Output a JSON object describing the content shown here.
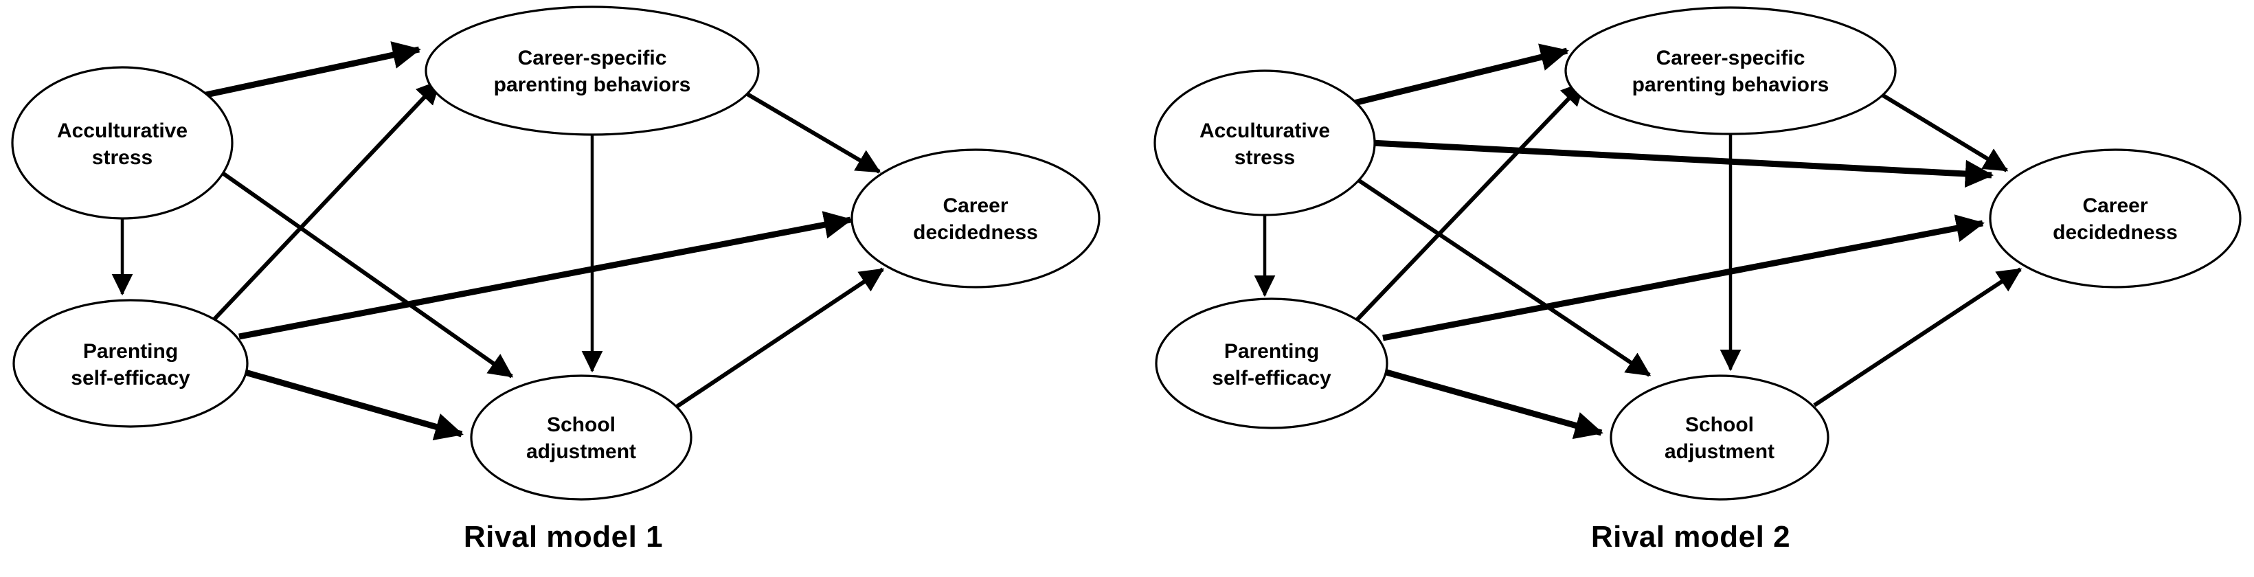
{
  "figure": {
    "background_color": "#ffffff",
    "stroke_color": "#000000",
    "node_fill_color": "#ffffff"
  },
  "nodes": {
    "acculturative_stress": {
      "line1": "Acculturative",
      "line2": "stress"
    },
    "parenting_self_efficacy": {
      "line1": "Parenting",
      "line2": "self-efficacy"
    },
    "career_specific_parenting": {
      "line1": "Career-specific",
      "line2": "parenting behaviors"
    },
    "school_adjustment": {
      "line1": "School",
      "line2": "adjustment"
    },
    "career_decidedness": {
      "line1": "Career",
      "line2": "decidedness"
    }
  },
  "panels": [
    {
      "id": "rival-model-1",
      "caption": "Rival model 1",
      "edges": [
        {
          "from": "acculturative_stress",
          "to": "career_specific_parenting"
        },
        {
          "from": "acculturative_stress",
          "to": "parenting_self_efficacy"
        },
        {
          "from": "acculturative_stress",
          "to": "school_adjustment"
        },
        {
          "from": "parenting_self_efficacy",
          "to": "career_specific_parenting"
        },
        {
          "from": "parenting_self_efficacy",
          "to": "school_adjustment"
        },
        {
          "from": "parenting_self_efficacy",
          "to": "career_decidedness"
        },
        {
          "from": "career_specific_parenting",
          "to": "school_adjustment"
        },
        {
          "from": "career_specific_parenting",
          "to": "career_decidedness"
        },
        {
          "from": "school_adjustment",
          "to": "career_decidedness"
        }
      ]
    },
    {
      "id": "rival-model-2",
      "caption": "Rival model 2",
      "edges": [
        {
          "from": "acculturative_stress",
          "to": "career_specific_parenting"
        },
        {
          "from": "acculturative_stress",
          "to": "parenting_self_efficacy"
        },
        {
          "from": "acculturative_stress",
          "to": "school_adjustment"
        },
        {
          "from": "acculturative_stress",
          "to": "career_decidedness"
        },
        {
          "from": "parenting_self_efficacy",
          "to": "career_specific_parenting"
        },
        {
          "from": "parenting_self_efficacy",
          "to": "school_adjustment"
        },
        {
          "from": "parenting_self_efficacy",
          "to": "career_decidedness"
        },
        {
          "from": "career_specific_parenting",
          "to": "school_adjustment"
        },
        {
          "from": "career_specific_parenting",
          "to": "career_decidedness"
        },
        {
          "from": "school_adjustment",
          "to": "career_decidedness"
        }
      ]
    }
  ]
}
